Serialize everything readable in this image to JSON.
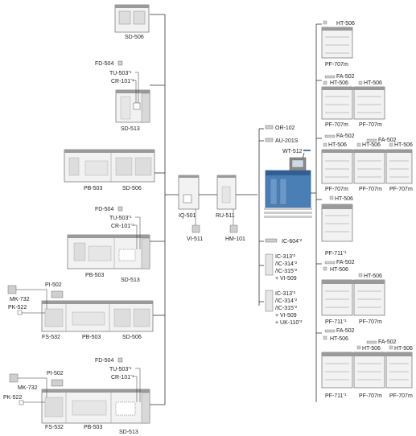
{
  "colors": {
    "machine_body": "#f2f2f2",
    "machine_dark": "#9a9a9a",
    "machine_outline": "#555555",
    "main_unit": "#4a7fb5",
    "main_unit_dark": "#2f5f93",
    "line": "#333333",
    "small_part": "#cfcfcf"
  },
  "left_column": {
    "row1": {
      "sd": "SD-506"
    },
    "row2": {
      "fd": "FD-504",
      "tu": "TU-503",
      "tu_sup": "*1",
      "cr": "CR-101",
      "cr_sup": "*1",
      "sd": "SD-513"
    },
    "row3": {
      "pb": "PB-503",
      "sd": "SD-506"
    },
    "row4": {
      "fd": "FD-504",
      "tu": "TU-503",
      "tu_sup": "*1",
      "cr": "CR-101",
      "cr_sup": "*1",
      "pb": "PB-503",
      "sd": "SD-513"
    },
    "row5": {
      "pi": "PI-502",
      "mk": "MK-732",
      "pk": "PK-522",
      "fs": "FS-532",
      "pb": "PB-503",
      "sd": "SD-506"
    },
    "row6": {
      "fd": "FD-504",
      "tu": "TU-503",
      "tu_sup": "*1",
      "cr": "CR-101",
      "cr_sup": "*1",
      "pi": "PI-502",
      "mk": "MK-732",
      "pk": "PK-522",
      "fs": "FS-532",
      "pb": "PB-503",
      "sd": "SD-513"
    }
  },
  "middle": {
    "iq": "IQ-501",
    "vi": "VI-511",
    "ru": "RU-511",
    "hm": "HM-101"
  },
  "main": {
    "or": "OR-102",
    "au": "AU-201S",
    "wt": "WT-512",
    "ic604": "IC-604",
    "ic604_sup": "*2",
    "group1": {
      "line1": "IC-313",
      "line1_sup": "*2",
      "line2": "/IC-314",
      "line2_sup": "*2",
      "line3": "/IC-315",
      "line3_sup": "*2",
      "line4": "+ VI-509"
    },
    "group2": {
      "line1": "IC-313",
      "line1_sup": "*2",
      "line2": "/IC-314",
      "line2_sup": "*2",
      "line3": "/IC-315",
      "line3_sup": "*2",
      "line4": "+ VI-509",
      "line5": "+ UK-110",
      "line5_sup": "*3"
    }
  },
  "right_column": {
    "r1": {
      "ht": "HT-506",
      "pf": "PF-707m"
    },
    "r2": {
      "fa": "FA-502",
      "ht1": "HT-506",
      "ht2": "HT-506",
      "pf1": "PF-707m",
      "pf2": "PF-707m"
    },
    "r3": {
      "fa1": "FA-502",
      "fa2": "FA-502",
      "ht1": "HT-506",
      "ht2": "HT-506",
      "ht3": "HT-506",
      "pf1": "PF-707m",
      "pf2": "PF-707m",
      "pf3": "PF-707m"
    },
    "r4": {
      "ht": "HT-506",
      "pf": "PF-711",
      "pf_sup": "*1"
    },
    "r5": {
      "fa": "FA-502",
      "ht1": "HT-506",
      "ht2": "HT-506",
      "pf1": "PF-711",
      "pf1_sup": "*1",
      "pf2": "PF-707m"
    },
    "r6": {
      "fa1": "FA-502",
      "fa2": "FA-502",
      "ht1": "HT-506",
      "ht2": "HT-506",
      "ht3": "HT-506",
      "pf1": "PF-711",
      "pf1_sup": "*1",
      "pf2": "PF-707m",
      "pf3": "PF-707m"
    }
  }
}
